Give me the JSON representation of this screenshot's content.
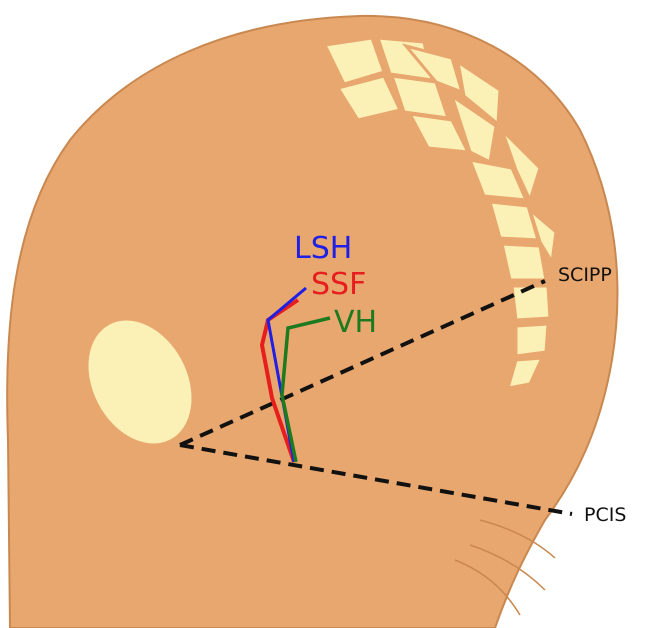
{
  "labels": {
    "lsh": "LSH",
    "ssf": "SSF",
    "vh": "VH",
    "scipp": "SCIPP",
    "pcis": "PCIS"
  },
  "colors": {
    "skin": "#E8A76E",
    "outline": "#C98850",
    "bone": "#FBF0B6",
    "lsh": "#1F1FE6",
    "ssf": "#E61E1E",
    "vh": "#1E7A1E",
    "dashed_line": "#111111",
    "label_text": "#111111"
  },
  "icons": {
    "head_silhouette": "embryo-head-icon",
    "eye": "optic-vesicle-icon",
    "vertebrae": "vertebrae-icon"
  }
}
